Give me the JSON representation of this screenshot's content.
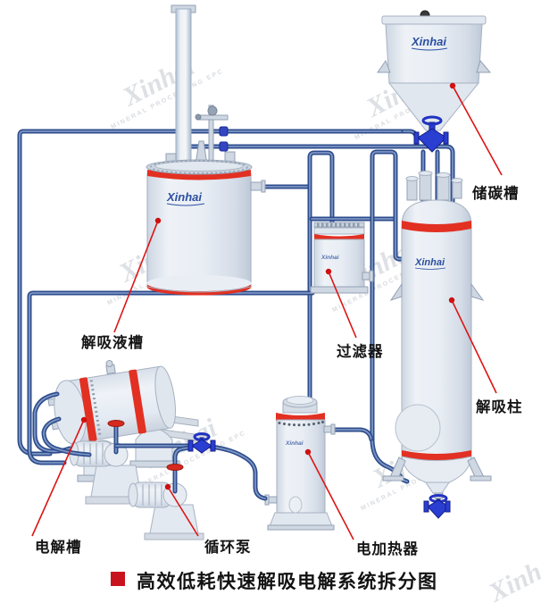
{
  "title": {
    "text": "高效低耗快速解吸电解系统拆分图"
  },
  "brand": {
    "logo": "Xinhai",
    "watermark_primary": "Xinhai",
    "watermark_secondary": "MINERAL PROCESSING EPC"
  },
  "equipment_labels": {
    "carbon_storage_tank": "储碳槽",
    "desorption_liquid_tank": "解吸液槽",
    "filter": "过滤器",
    "desorption_column": "解吸柱",
    "electrolysis_cell": "电解槽",
    "circulation_pump": "循环泵",
    "electric_heater": "电加热器"
  },
  "colors": {
    "pipe_blue": "#2d4c8c",
    "vessel_light": "#e9eef5",
    "band_red": "#e23022",
    "valve_blue": "#2a3ed2",
    "leader_red": "#dd1414",
    "logo_blue": "#2b4fa0",
    "title_bullet_red": "#c8131f"
  }
}
